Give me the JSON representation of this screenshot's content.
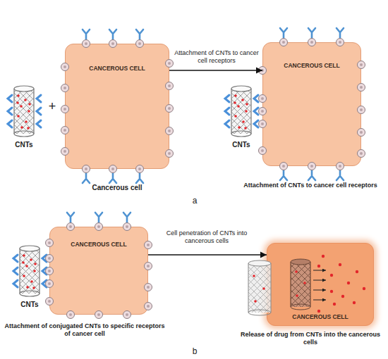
{
  "diagram": {
    "nodes": [
      {
        "text": [
          "CNTs"
        ]
      },
      {
        "text": [
          "CANCEROUS CELL",
          "Cancerous cell"
        ]
      },
      {
        "text": [
          "CNTs"
        ]
      },
      {
        "text": [
          "CANCEROUS CELL"
        ]
      },
      {
        "text": [
          "CNTs"
        ]
      },
      {
        "text": [
          "CANCEROUS CELL"
        ]
      },
      {
        "text": [
          "CANCEROUS CELL"
        ]
      }
    ],
    "edges": [
      {
        "from": 1,
        "to": 3,
        "arrow": "to",
        "label": "Attachment of CNTs to cancer cell receptors"
      },
      {
        "from": 5,
        "to": 6,
        "arrow": "to",
        "label": "Cell penetration of CNTs into cancerous cells"
      }
    ],
    "labels": [
      "+",
      "Attachment of CNTs to cancer cell receptors",
      "a",
      "Attachment of conjugated CNTs to specific receptors of cancer cell",
      "Release of drug from CNTs into the cancerous cells",
      "b"
    ]
  }
}
